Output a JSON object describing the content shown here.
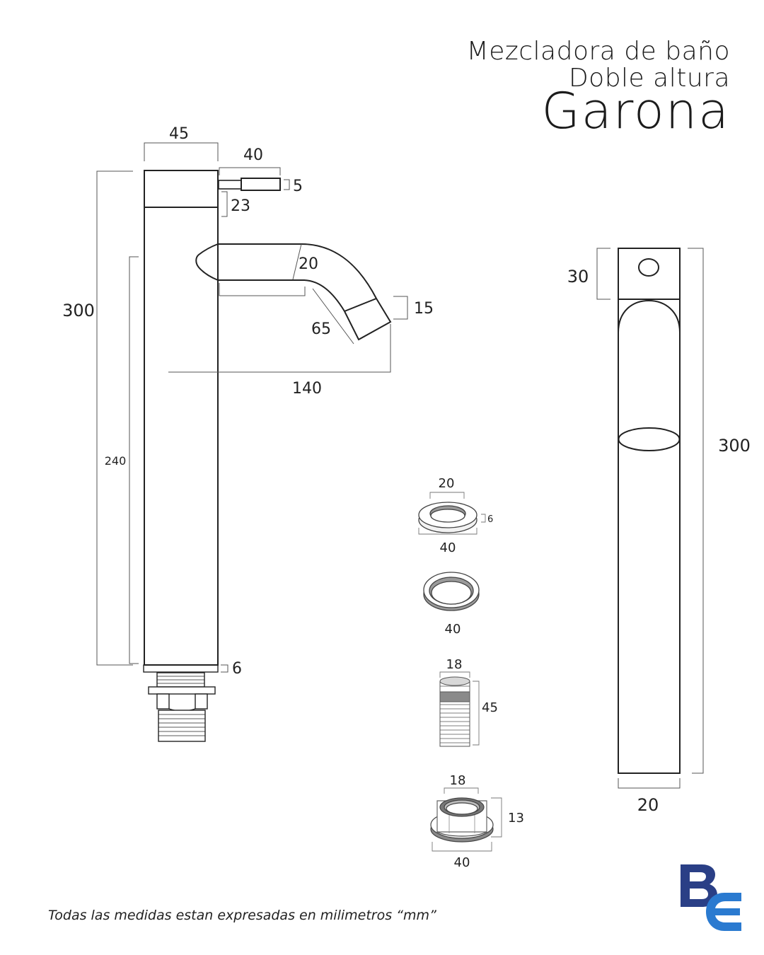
{
  "title": {
    "line1": "Mezcladora de baño",
    "line2": "Doble altura",
    "line3": "Garona"
  },
  "dimensions": {
    "body_width": "45",
    "lever_length": "40",
    "lever_thickness": "5",
    "lever_base": "23",
    "total_height": "300",
    "inner_height": "240",
    "spout_thickness": "20",
    "spout_tip": "15",
    "spout_curve": "65",
    "spout_reach": "140",
    "base_ring": "6",
    "washer_inner": "20",
    "washer_thickness": "6",
    "washer_outer": "40",
    "gasket_outer": "40",
    "stud_diameter": "18",
    "stud_length": "45",
    "nut_inner": "18",
    "nut_height": "13",
    "nut_outer": "40",
    "side_top": "30",
    "side_height": "300",
    "side_width": "20"
  },
  "footnote": "Todas las medidas estan expresadas en milimetros “mm”",
  "logo": {
    "letters": "BE",
    "color_top": "#2a3f86",
    "color_bottom": "#2a7ad0"
  }
}
